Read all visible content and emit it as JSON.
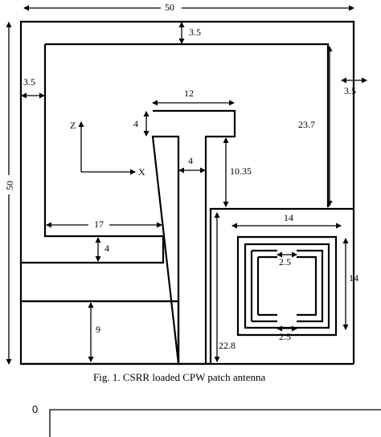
{
  "figure": {
    "caption": "Fig. 1. CSRR loaded CPW patch antenna",
    "axes": {
      "z_label": "Z",
      "x_label": "X"
    },
    "dimensions": {
      "width_top": "50",
      "height_left": "50",
      "gap_top": "3.5",
      "gap_left": "3.5",
      "gap_right": "3.5",
      "patch_width": "12",
      "patch_height": "4",
      "right_arm_length": "23.7",
      "feed_width": "4",
      "feed_gap": "10.35",
      "bottom_arm_length": "17",
      "bottom_arm_width": "4",
      "ground_height": "9",
      "csrr_width": "14",
      "csrr_height": "14",
      "csrr_top_gap": "2.5",
      "csrr_bottom_gap": "2.5",
      "right_ground_height": "22.8"
    }
  },
  "next_panel": {
    "axis_tick": "0"
  }
}
